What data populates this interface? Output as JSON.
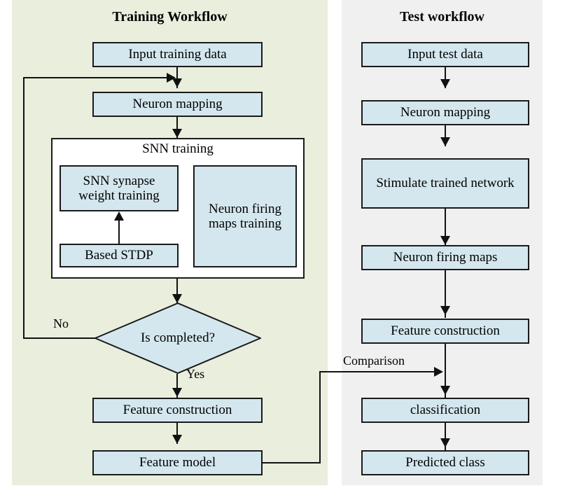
{
  "figure": {
    "type": "flowchart",
    "panels": {
      "training": {
        "title": "Training Workflow",
        "background_color": "#e9eedd"
      },
      "test": {
        "title": "Test workflow",
        "background_color": "#f0f0f0"
      }
    },
    "node_fill_color": "#d4e7ee",
    "node_border_color": "#1a1a1a",
    "group_fill_color": "#ffffff"
  },
  "training": {
    "nodes": {
      "input_training_data": "Input training data",
      "neuron_mapping": "Neuron mapping",
      "snn_training_group": "SNN training",
      "snn_synapse_weight_training": "SNN synapse weight training",
      "based_stdp": "Based STDP",
      "neuron_firing_maps_training": "Neuron firing maps training",
      "is_completed": "Is completed?",
      "feature_construction": "Feature construction",
      "feature_model": "Feature model"
    },
    "edge_labels": {
      "no": "No",
      "yes": "Yes"
    }
  },
  "test": {
    "nodes": {
      "input_test_data": "Input test data",
      "neuron_mapping": "Neuron mapping",
      "stimulate_trained_network": "Stimulate trained network",
      "neuron_firing_maps": "Neuron firing maps",
      "feature_construction": "Feature construction",
      "classification": "classification",
      "predicted_class": "Predicted class"
    }
  },
  "cross_link": {
    "label": "Comparison"
  }
}
